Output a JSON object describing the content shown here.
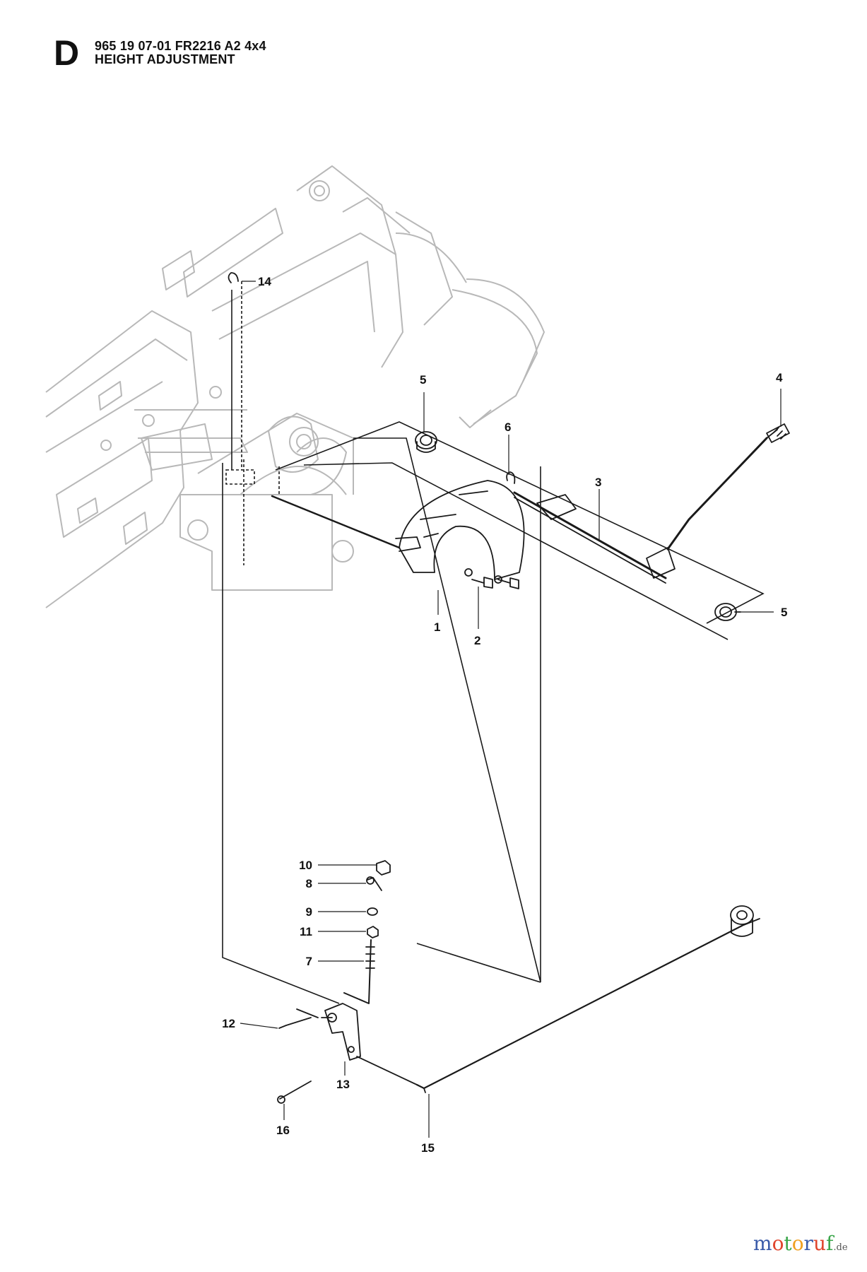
{
  "header": {
    "section_letter": "D",
    "line1": "965 19 07-01 FR2216 A2 4x4",
    "line2": "HEIGHT ADJUSTMENT"
  },
  "callouts": [
    "14",
    "5",
    "6",
    "4",
    "3",
    "5",
    "1",
    "2",
    "10",
    "8",
    "9",
    "11",
    "7",
    "12",
    "13",
    "16",
    "15"
  ],
  "logo": {
    "letters": [
      "m",
      "o",
      "t",
      "o",
      "r",
      "u",
      "f"
    ],
    "letter_colors": [
      "#3a5ba9",
      "#e0452d",
      "#3aa64a",
      "#f0a020",
      "#3a5ba9",
      "#e0452d",
      "#3aa64a"
    ],
    "domain": ".de"
  },
  "colors": {
    "part_line": "#1a1a1a",
    "background_frame": "#b8b8b8"
  }
}
